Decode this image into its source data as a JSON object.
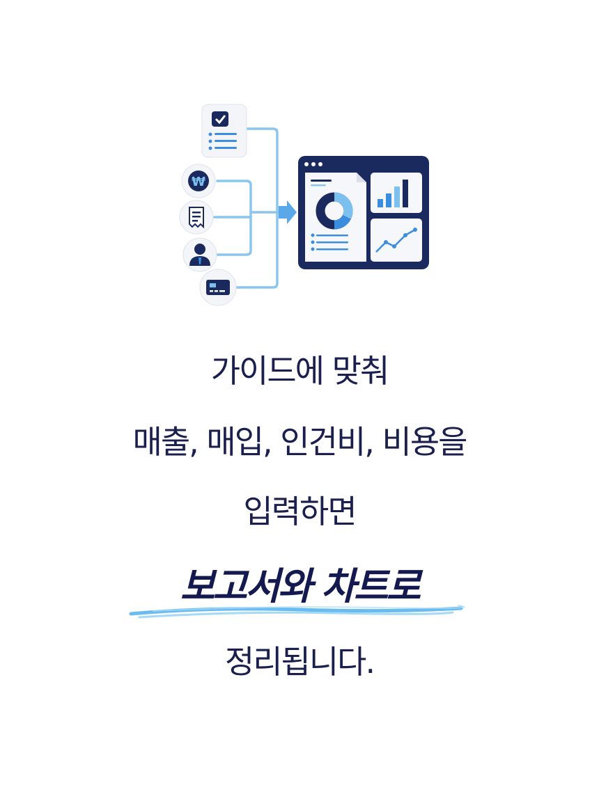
{
  "headline": {
    "line1": "가이드에 맞춰",
    "line2": "매출, 매입, 인건비, 비용을",
    "line3": "입력하면",
    "highlight": "보고서와 차트로",
    "line5": "정리됩니다."
  },
  "illustration": {
    "input_icons": [
      "clipboard-check-icon",
      "won-coin-icon",
      "receipt-icon",
      "person-icon",
      "card-icon"
    ],
    "output_icons": [
      "dashboard-window-icon",
      "donut-chart-icon",
      "bar-chart-icon",
      "line-chart-icon"
    ],
    "won_symbol": "₩"
  },
  "colors": {
    "navy": "#1b2a5e",
    "text": "#1a1f4e",
    "light_blue": "#7cc0f0",
    "accent_blue": "#3b8de0"
  }
}
